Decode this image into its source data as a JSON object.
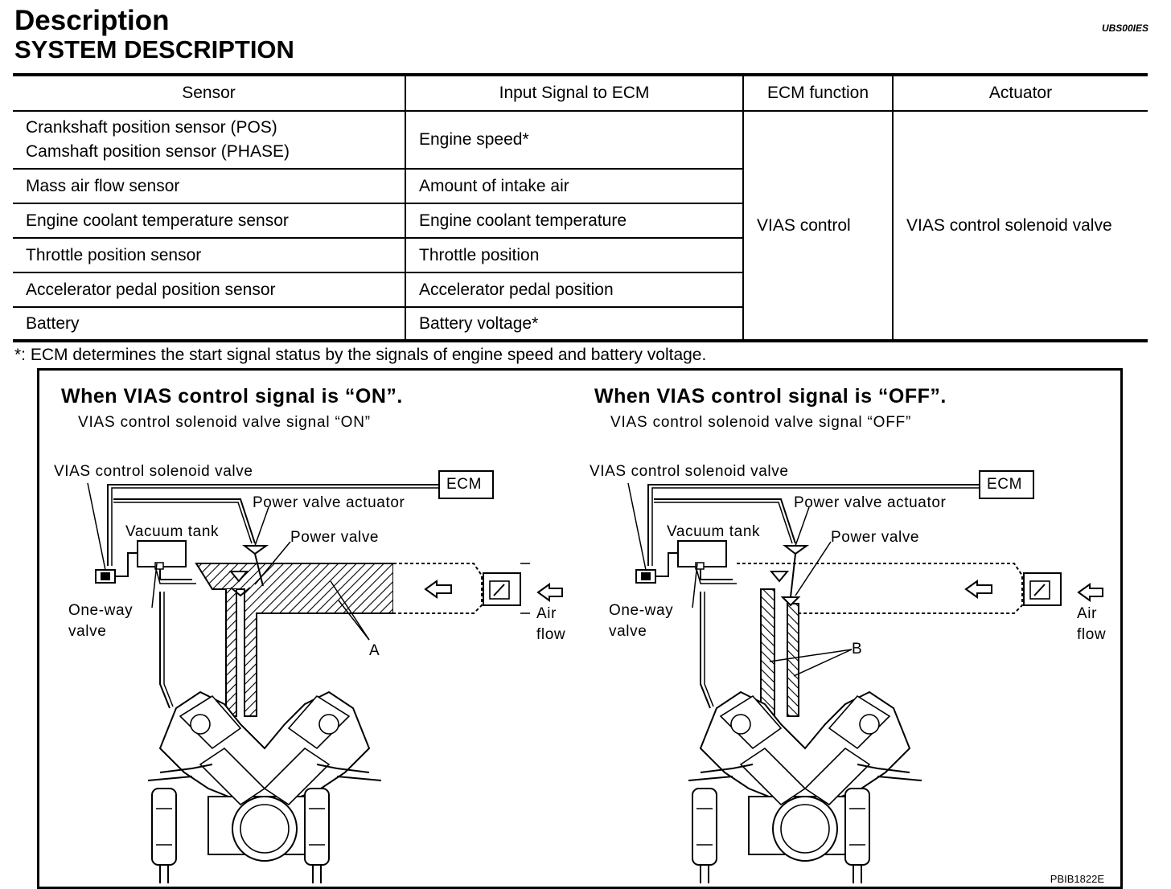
{
  "header": {
    "title": "Description",
    "subtitle": "SYSTEM DESCRIPTION",
    "code": "UBS00IES"
  },
  "table": {
    "columns": [
      "Sensor",
      "Input Signal to ECM",
      "ECM function",
      "Actuator"
    ],
    "rows": [
      {
        "sensor_line1": "Crankshaft position sensor (POS)",
        "sensor_line2": "Camshaft position sensor (PHASE)",
        "input": "Engine speed*"
      },
      {
        "sensor_line1": "Mass air flow sensor",
        "input": "Amount of intake air"
      },
      {
        "sensor_line1": "Engine coolant temperature sensor",
        "input": "Engine coolant temperature"
      },
      {
        "sensor_line1": "Throttle position sensor",
        "input": "Throttle position"
      },
      {
        "sensor_line1": "Accelerator pedal position sensor",
        "input": "Accelerator pedal position"
      },
      {
        "sensor_line1": "Battery",
        "input": "Battery voltage*"
      }
    ],
    "ecm_function": "VIAS control",
    "actuator": "VIAS control solenoid valve"
  },
  "footnote": "*: ECM determines the start signal status by the signals of engine speed and battery voltage.",
  "diagram": {
    "left": {
      "heading": "When VIAS control signal is “ON”.",
      "subheading": "VIAS control solenoid valve signal “ON”",
      "labels": {
        "solenoid": "VIAS control solenoid valve",
        "ecm": "ECM",
        "actuator": "Power valve actuator",
        "vacuum_tank": "Vacuum tank",
        "power_valve": "Power valve",
        "oneway_1": "One-way",
        "oneway_2": "valve",
        "air_1": "Air",
        "air_2": "flow",
        "marker": "A"
      }
    },
    "right": {
      "heading": "When VIAS control signal is “OFF”.",
      "subheading": "VIAS control solenoid valve signal “OFF”",
      "labels": {
        "solenoid": "VIAS control solenoid valve",
        "ecm": "ECM",
        "actuator": "Power valve actuator",
        "vacuum_tank": "Vacuum tank",
        "power_valve": "Power valve",
        "oneway_1": "One-way",
        "oneway_2": "valve",
        "air_1": "Air",
        "air_2": "flow",
        "marker": "B"
      }
    },
    "figure_code": "PBIB1822E"
  }
}
